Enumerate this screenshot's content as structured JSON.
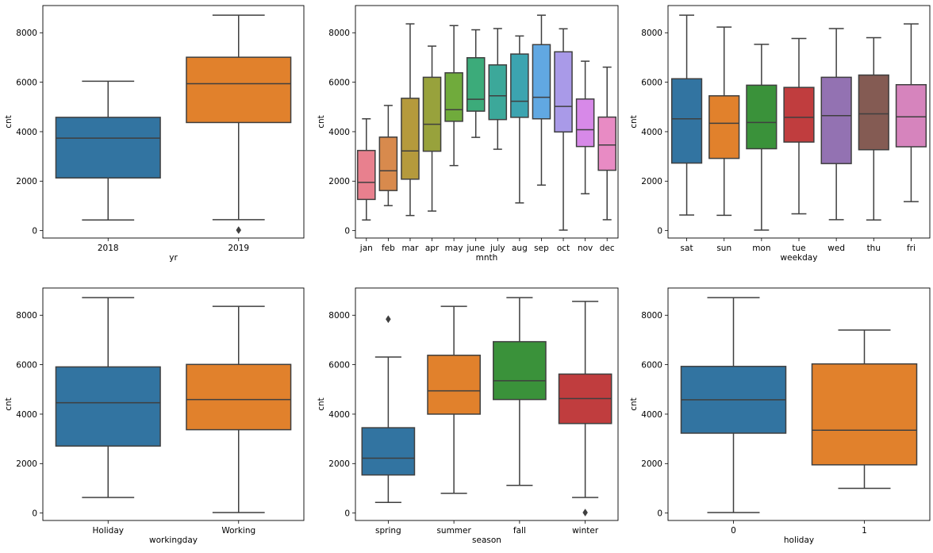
{
  "chart_data": [
    {
      "type": "box",
      "xlabel": "yr",
      "ylabel": "cnt",
      "ylim": [
        -300,
        9100
      ],
      "yticks": [
        "0",
        "2000",
        "4000",
        "6000",
        "8000"
      ],
      "categories": [
        "2018",
        "2019"
      ],
      "colors": [
        "#3274a1",
        "#e1812c"
      ],
      "boxes": [
        {
          "whislo": 430,
          "q1": 2130,
          "med": 3740,
          "q3": 4580,
          "whishi": 6040,
          "fliers": []
        },
        {
          "whislo": 440,
          "q1": 4370,
          "med": 5940,
          "q3": 7010,
          "whishi": 8710,
          "fliers": [
            20
          ]
        }
      ]
    },
    {
      "type": "box",
      "xlabel": "mnth",
      "ylabel": "cnt",
      "ylim": [
        -300,
        9100
      ],
      "yticks": [
        "0",
        "2000",
        "4000",
        "6000",
        "8000"
      ],
      "categories": [
        "jan",
        "feb",
        "mar",
        "apr",
        "may",
        "june",
        "july",
        "aug",
        "sep",
        "oct",
        "nov",
        "dec"
      ],
      "colors": [
        "#e8808e",
        "#d88a4d",
        "#b59a3c",
        "#98a23c",
        "#70ab3c",
        "#3cab7a",
        "#3ca89a",
        "#3ca4b0",
        "#61a8e2",
        "#a99ae8",
        "#d789e8",
        "#e88bc4"
      ],
      "boxes": [
        {
          "whislo": 430,
          "q1": 1260,
          "med": 1950,
          "q3": 3240,
          "whishi": 4520,
          "fliers": []
        },
        {
          "whislo": 1010,
          "q1": 1620,
          "med": 2420,
          "q3": 3780,
          "whishi": 5060,
          "fliers": []
        },
        {
          "whislo": 610,
          "q1": 2080,
          "med": 3220,
          "q3": 5350,
          "whishi": 8360,
          "fliers": []
        },
        {
          "whislo": 790,
          "q1": 3210,
          "med": 4300,
          "q3": 6200,
          "whishi": 7460,
          "fliers": []
        },
        {
          "whislo": 2630,
          "q1": 4420,
          "med": 4890,
          "q3": 6380,
          "whishi": 8290,
          "fliers": []
        },
        {
          "whislo": 3770,
          "q1": 4830,
          "med": 5310,
          "q3": 6990,
          "whishi": 8120,
          "fliers": []
        },
        {
          "whislo": 3290,
          "q1": 4490,
          "med": 5450,
          "q3": 6700,
          "whishi": 8170,
          "fliers": []
        },
        {
          "whislo": 1120,
          "q1": 4580,
          "med": 5230,
          "q3": 7140,
          "whishi": 7870,
          "fliers": []
        },
        {
          "whislo": 1840,
          "q1": 4520,
          "med": 5390,
          "q3": 7520,
          "whishi": 8710,
          "fliers": []
        },
        {
          "whislo": 20,
          "q1": 3990,
          "med": 5020,
          "q3": 7230,
          "whishi": 8160,
          "fliers": []
        },
        {
          "whislo": 1490,
          "q1": 3400,
          "med": 4080,
          "q3": 5320,
          "whishi": 6850,
          "fliers": []
        },
        {
          "whislo": 440,
          "q1": 2440,
          "med": 3460,
          "q3": 4590,
          "whishi": 6610,
          "fliers": []
        }
      ]
    },
    {
      "type": "box",
      "xlabel": "weekday",
      "ylabel": "cnt",
      "ylim": [
        -300,
        9100
      ],
      "yticks": [
        "0",
        "2000",
        "4000",
        "6000",
        "8000"
      ],
      "categories": [
        "sat",
        "sun",
        "mon",
        "tue",
        "wed",
        "thu",
        "fri"
      ],
      "colors": [
        "#3274a1",
        "#e1812c",
        "#3a923a",
        "#c03d3e",
        "#9372b2",
        "#845b53",
        "#d684bd"
      ],
      "boxes": [
        {
          "whislo": 630,
          "q1": 2730,
          "med": 4520,
          "q3": 6140,
          "whishi": 8710,
          "fliers": []
        },
        {
          "whislo": 620,
          "q1": 2920,
          "med": 4340,
          "q3": 5450,
          "whishi": 8230,
          "fliers": []
        },
        {
          "whislo": 20,
          "q1": 3310,
          "med": 4370,
          "q3": 5880,
          "whishi": 7530,
          "fliers": []
        },
        {
          "whislo": 680,
          "q1": 3580,
          "med": 4580,
          "q3": 5790,
          "whishi": 7770,
          "fliers": []
        },
        {
          "whislo": 440,
          "q1": 2710,
          "med": 4650,
          "q3": 6200,
          "whishi": 8170,
          "fliers": []
        },
        {
          "whislo": 430,
          "q1": 3270,
          "med": 4720,
          "q3": 6290,
          "whishi": 7800,
          "fliers": []
        },
        {
          "whislo": 1170,
          "q1": 3390,
          "med": 4600,
          "q3": 5900,
          "whishi": 8360,
          "fliers": []
        }
      ]
    },
    {
      "type": "box",
      "xlabel": "workingday",
      "ylabel": "cnt",
      "ylim": [
        -300,
        9100
      ],
      "yticks": [
        "0",
        "2000",
        "4000",
        "6000",
        "8000"
      ],
      "categories": [
        "Holiday",
        "Working"
      ],
      "colors": [
        "#3274a1",
        "#e1812c"
      ],
      "boxes": [
        {
          "whislo": 630,
          "q1": 2710,
          "med": 4460,
          "q3": 5910,
          "whishi": 8710,
          "fliers": []
        },
        {
          "whislo": 20,
          "q1": 3370,
          "med": 4590,
          "q3": 6010,
          "whishi": 8360,
          "fliers": []
        }
      ]
    },
    {
      "type": "box",
      "xlabel": "season",
      "ylabel": "cnt",
      "ylim": [
        -300,
        9100
      ],
      "yticks": [
        "0",
        "2000",
        "4000",
        "6000",
        "8000"
      ],
      "categories": [
        "spring",
        "summer",
        "fall",
        "winter"
      ],
      "colors": [
        "#3274a1",
        "#e1812c",
        "#3a923a",
        "#c03d3e"
      ],
      "boxes": [
        {
          "whislo": 430,
          "q1": 1540,
          "med": 2220,
          "q3": 3450,
          "whishi": 6310,
          "fliers": [
            7840
          ]
        },
        {
          "whislo": 800,
          "q1": 4000,
          "med": 4940,
          "q3": 6380,
          "whishi": 8360,
          "fliers": []
        },
        {
          "whislo": 1120,
          "q1": 4590,
          "med": 5350,
          "q3": 6930,
          "whishi": 8710,
          "fliers": []
        },
        {
          "whislo": 630,
          "q1": 3620,
          "med": 4630,
          "q3": 5620,
          "whishi": 8560,
          "fliers": [
            20
          ]
        }
      ]
    },
    {
      "type": "box",
      "xlabel": "holiday",
      "ylabel": "cnt",
      "ylim": [
        -300,
        9100
      ],
      "yticks": [
        "0",
        "2000",
        "4000",
        "6000",
        "8000"
      ],
      "categories": [
        "0",
        "1"
      ],
      "colors": [
        "#3274a1",
        "#e1812c"
      ],
      "boxes": [
        {
          "whislo": 20,
          "q1": 3230,
          "med": 4580,
          "q3": 5930,
          "whishi": 8710,
          "fliers": []
        },
        {
          "whislo": 1000,
          "q1": 1950,
          "med": 3350,
          "q3": 6030,
          "whishi": 7400,
          "fliers": []
        }
      ]
    }
  ]
}
